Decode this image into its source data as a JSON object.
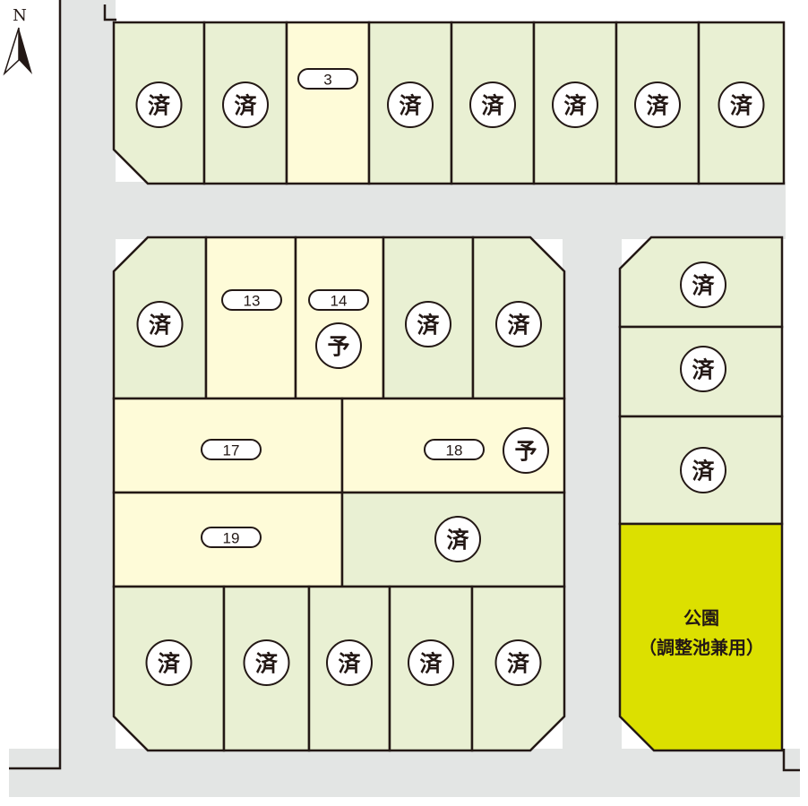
{
  "compass": {
    "label": "N"
  },
  "marks": {
    "sold": "済",
    "reserved": "予"
  },
  "lots": {
    "lot3": "3",
    "lot13": "13",
    "lot14": "14",
    "lot17": "17",
    "lot18": "18",
    "lot19": "19"
  },
  "park": {
    "line1": "公園",
    "line2": "（調整池兼用）"
  },
  "colors": {
    "road": "#e3e5e4",
    "sold": "#e9f0d3",
    "available": "#fefbd8",
    "park": "#dce000",
    "line": "#231815"
  }
}
